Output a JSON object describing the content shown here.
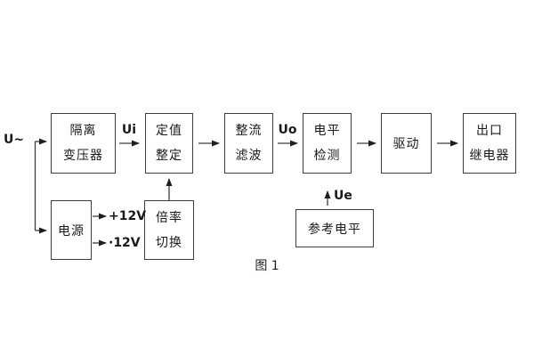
{
  "figure": {
    "caption": "图 1",
    "background_color": "#ffffff",
    "line_color": "#3d3d3d",
    "text_color": "#1a1a1a"
  },
  "labels": {
    "input_signal": "U~",
    "ui": "Ui",
    "uo": "Uo",
    "ue": "Ue",
    "rail_positive": "+12V",
    "rail_negative": "·12V"
  },
  "blocks": {
    "isolation_transformer": {
      "line1": "隔离",
      "line2": "变压器"
    },
    "value_setting": {
      "line1": "定值",
      "line2": "整定"
    },
    "rectifier_filter": {
      "line1": "整流",
      "line2": "滤波"
    },
    "level_detector": {
      "line1": "电平",
      "line2": "检测"
    },
    "driver": {
      "line1": "驱动"
    },
    "output_relay": {
      "line1": "出口",
      "line2": "继电器"
    },
    "power_supply": {
      "line1": "电源"
    },
    "ratio_switch": {
      "line1": "倍率",
      "line2": "切换"
    },
    "reference_level": {
      "line1": "参考电平"
    }
  }
}
